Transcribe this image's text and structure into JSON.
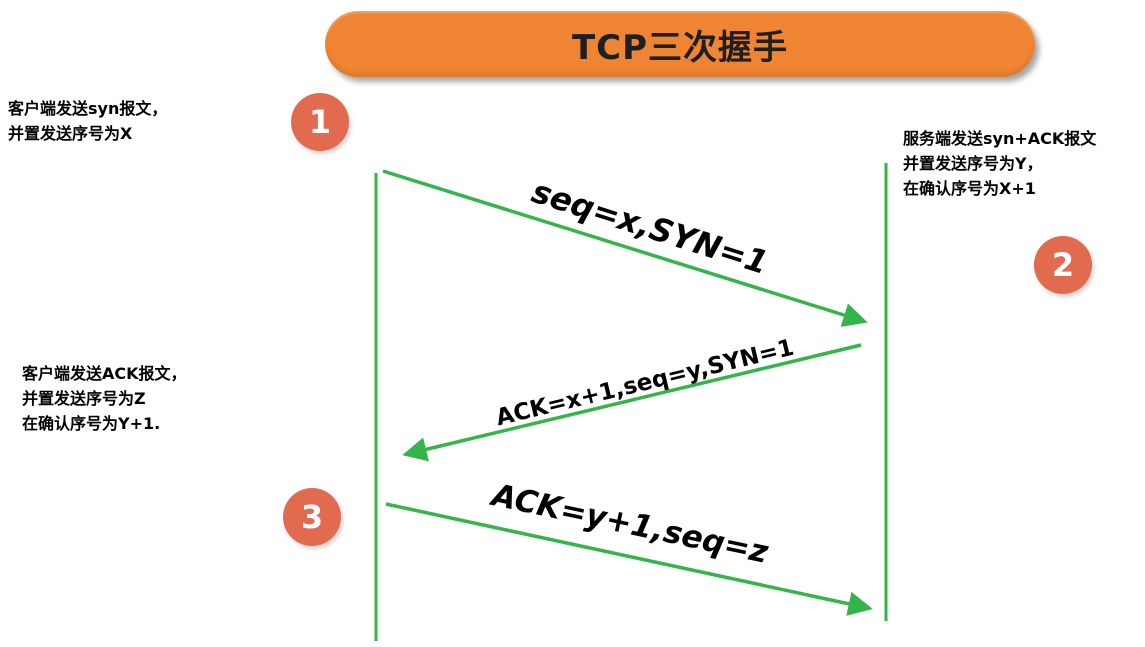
{
  "title": "TCP三次握手",
  "steps": [
    {
      "badge": "1",
      "message": "seq=x,SYN=1",
      "note_lines": [
        "客户端发送syn报文，",
        "并置发送序号为X"
      ]
    },
    {
      "badge": "2",
      "message": "ACK=x+1,seq=y,SYN=1",
      "note_lines": [
        "服务端发送syn+ACK报文",
        "并置发送序号为Y，",
        "在确认序号为X+1"
      ]
    },
    {
      "badge": "3",
      "message": "ACK=y+1,seq=z",
      "note_lines": [
        "客户端发送ACK报文，",
        "并置发送序号为Z",
        "在确认序号为Y+1."
      ]
    }
  ],
  "colors": {
    "banner": "#EF8432",
    "arrow": "#34B44A",
    "badge": "#E16A4F",
    "title_text": "#1F1F1F",
    "note_text": "#000000",
    "message_text": "#000000"
  }
}
